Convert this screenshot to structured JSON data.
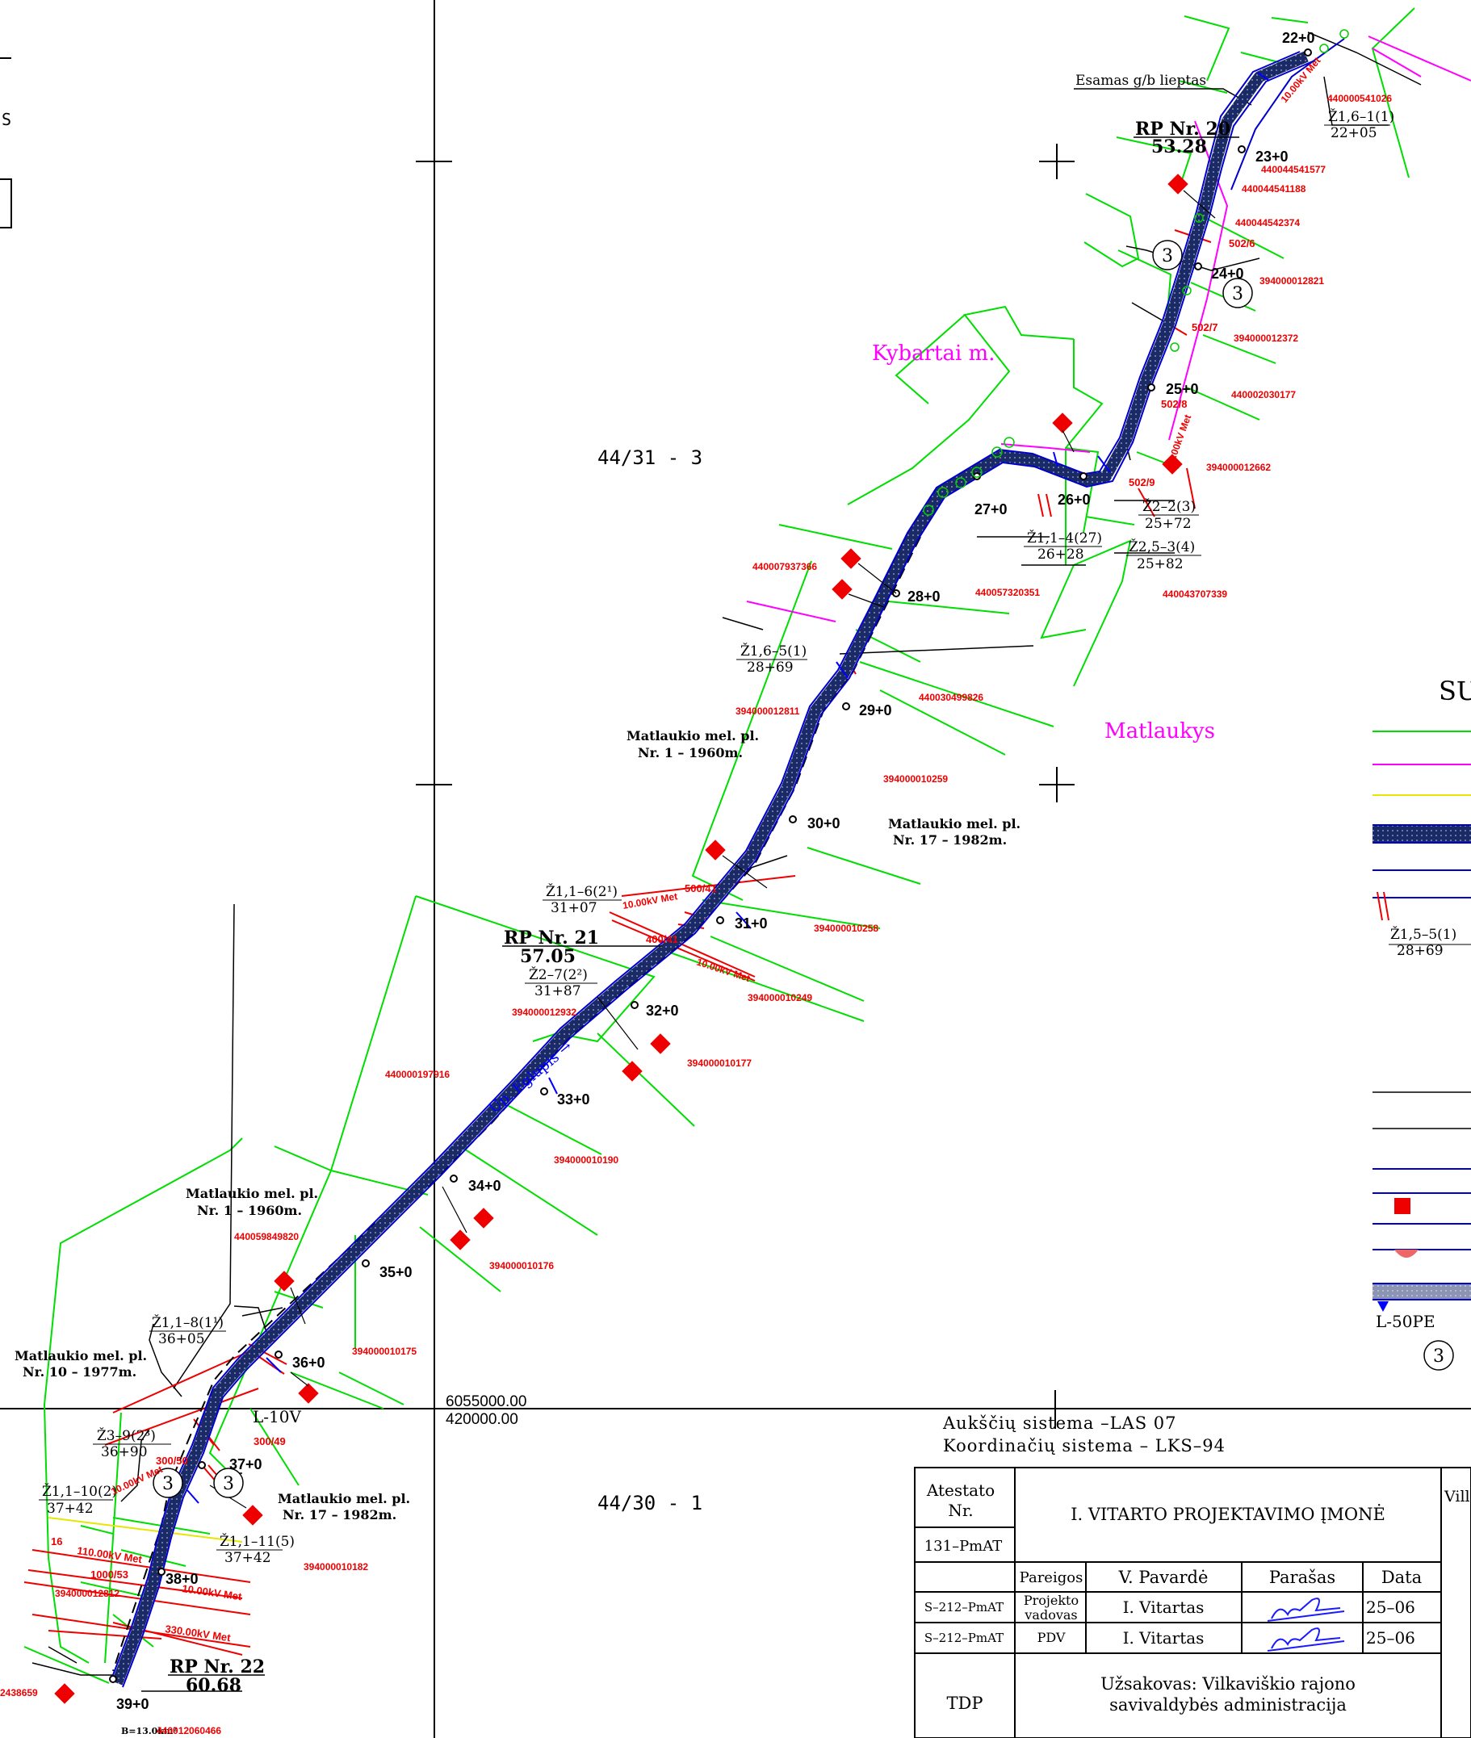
{
  "labels": {
    "sheet_top": "44/31  -  3",
    "sheet_bottom": "44/30  -  1",
    "kybartai": "Kybartai  m.",
    "matlaukys": "Matlaukys",
    "esamas": "Esamas  g/b  lieptas",
    "upe": "Up. Eglupis →",
    "l10v": "L-10V",
    "coord_n": "6055000.00",
    "coord_e": "420000.00",
    "height_system": "Aukščių  sistema  –LAS 07",
    "coord_system": "Koordinačių  sistema  –  LKS–94",
    "legend_su": "SU",
    "legend_l50pe": "L-50PE",
    "legend_sample_top": "Ž1,5–5(1)",
    "legend_sample_bot": "28+69",
    "circle3": "3",
    "b_area": "B=13.0km²"
  },
  "stations": [
    "22+0",
    "23+0",
    "24+0",
    "25+0",
    "26+0",
    "27+0",
    "28+0",
    "29+0",
    "30+0",
    "31+0",
    "32+0",
    "33+0",
    "34+0",
    "35+0",
    "36+0",
    "37+0",
    "38+0",
    "39+0"
  ],
  "rp": [
    {
      "name": "RP  Nr.  20",
      "value": "53.28"
    },
    {
      "name": "RP  Nr.  21",
      "value": "57.05"
    },
    {
      "name": "RP  Nr.  22",
      "value": "60.68"
    }
  ],
  "crossings": [
    {
      "top": "Ž1,6–1(1)",
      "bot": "22+05"
    },
    {
      "top": "Ž2–2(3)",
      "bot": "25+72"
    },
    {
      "top": "Ž1,1–4(27)",
      "bot": "26+28"
    },
    {
      "top": "Ž2,5–3(4)",
      "bot": "25+82"
    },
    {
      "top": "Ž1,6–5(1)",
      "bot": "28+69"
    },
    {
      "top": "Ž1,1–6(2¹)",
      "bot": "31+07"
    },
    {
      "top": "Ž2–7(2²)",
      "bot": "31+87"
    },
    {
      "top": "Ž1,1–8(1¹)",
      "bot": "36+05"
    },
    {
      "top": "Ž3–9(2³)",
      "bot": "36+90"
    },
    {
      "top": "Ž1,1–10(2)",
      "bot": "37+42"
    },
    {
      "top": "Ž1,1–11(5)",
      "bot": "37+42"
    }
  ],
  "melioration": [
    {
      "l1": "Matlaukio  mel.  pl.",
      "l2": "Nr.  1  –  1960m."
    },
    {
      "l1": "Matlaukio  mel.  pl.",
      "l2": "Nr.  17  –  1982m."
    },
    {
      "l1": "Matlaukio  mel.  pl.",
      "l2": "Nr.  1  –  1960m."
    },
    {
      "l1": "Matlaukio  mel.  pl.",
      "l2": "Nr.  10  –  1977m."
    },
    {
      "l1": "Matlaukio  mel.  pl.",
      "l2": "Nr.  17  –  1982m."
    }
  ],
  "parcels": [
    "440000541026",
    "440044541577",
    "440044541188",
    "440044542374",
    "394000012821",
    "394000012372",
    "440002030177",
    "394000012662",
    "440043707339",
    "440057320351",
    "440007937366",
    "440030499826",
    "394000012811",
    "394000010259",
    "394000010258",
    "394000010249",
    "394000012932",
    "394000010177",
    "440000197916",
    "394000010190",
    "394000010176",
    "440059849820",
    "394000010175",
    "394000010182",
    "394000012812",
    "440012060466",
    "2438659"
  ],
  "power": [
    "10.00kV Met",
    "10.00kV Met",
    "10.00kV Met",
    "10.00kV Met",
    "110.00kV Met",
    "10.00kV Met",
    "330.00kV Met",
    "10.00kV Met"
  ],
  "poles": [
    "502/6",
    "502/7",
    "502/8",
    "502/9",
    "500/41",
    "400/41",
    "300/49",
    "300/50",
    "1000/53",
    "16"
  ],
  "titleblock": {
    "atestato": "Atestato",
    "nr": "Nr.",
    "atestato_no": "131–PmAT",
    "company": "I. VITARTO  PROJEKTAVIMO  ĮMONĖ",
    "vill": "Vill",
    "h_pareigos": "Pareigos",
    "h_pavarde": "V.  Pavardė",
    "h_parasas": "Parašas",
    "h_data": "Data",
    "rows": [
      {
        "code": "S–212–PmAT",
        "role1": "Projekto",
        "role2": "vadovas",
        "name": "I. Vitartas",
        "date": "25–06"
      },
      {
        "code": "S–212–PmAT",
        "role1": "PDV",
        "role2": "",
        "name": "I. Vitartas",
        "date": "25–06"
      }
    ],
    "tdp": "TDP",
    "client1": "Užsakovas:  Vilkaviškio  rajono",
    "client2": "savivaldybės  administracija"
  },
  "colors": {
    "parcel": "#00dd00",
    "pipe": "#0000cc",
    "red": "#ee0000",
    "magenta": "#ff00ff",
    "yellow": "#e6e600"
  }
}
